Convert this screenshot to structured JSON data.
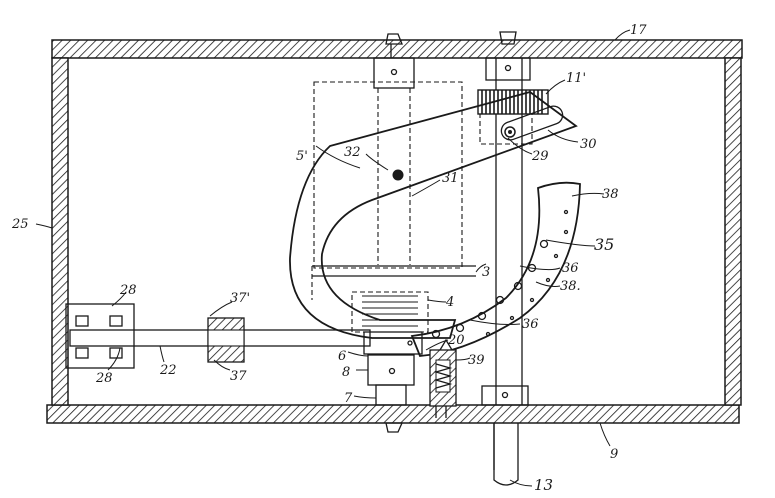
{
  "labels": {
    "n17": "17",
    "n11p": "11'",
    "n30": "30",
    "n29": "29",
    "n32": "32",
    "n5p": "5'",
    "n31": "31",
    "n38a": "38",
    "n25": "25",
    "n35": "35",
    "n36a": "36",
    "n3": "3",
    "n38b": "38.",
    "n28a": "28",
    "n37p": "37'",
    "n4": "4",
    "n36b": "36",
    "n22": "22",
    "n20": "20",
    "n6": "6",
    "n39": "39",
    "n28b": "28",
    "n37": "37",
    "n8": "8",
    "n7": "7",
    "n9": "9",
    "n13": "13"
  },
  "colors": {
    "ink": "#1a1a1a",
    "paper": "#ffffff"
  }
}
